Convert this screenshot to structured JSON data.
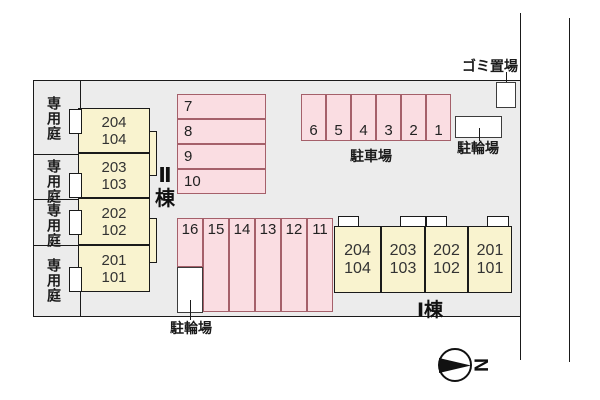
{
  "colors": {
    "plot_fill": "#ececec",
    "parking_fill": "#fadde2",
    "parking_stroke": "#a5606a",
    "unit_fill": "#f9f3cf",
    "line": "#1a1a1a"
  },
  "buildings": {
    "west": {
      "name_line1": "Ⅱ",
      "name_line2": "棟",
      "units": [
        {
          "upper": "204",
          "lower": "104"
        },
        {
          "upper": "203",
          "lower": "103"
        },
        {
          "upper": "202",
          "lower": "102"
        },
        {
          "upper": "201",
          "lower": "101"
        }
      ]
    },
    "east": {
      "name": "Ⅰ棟",
      "units": [
        {
          "upper": "204",
          "lower": "104"
        },
        {
          "upper": "203",
          "lower": "103"
        },
        {
          "upper": "202",
          "lower": "102"
        },
        {
          "upper": "201",
          "lower": "101"
        }
      ]
    }
  },
  "gardens": {
    "labels": [
      "専用庭",
      "専用庭",
      "専用庭",
      "専用庭"
    ]
  },
  "parking": {
    "lot_label": "駐車場",
    "north_row": [
      "6",
      "5",
      "4",
      "3",
      "2",
      "1"
    ],
    "west_column": [
      "7",
      "8",
      "9",
      "10"
    ],
    "center_row": [
      "16",
      "15",
      "14",
      "13",
      "12",
      "11"
    ]
  },
  "bicycle": {
    "north_label": "駐輪場",
    "south_label": "駐輪場"
  },
  "garbage": {
    "label": "ゴミ置場"
  },
  "compass": {
    "north_label": "N"
  }
}
